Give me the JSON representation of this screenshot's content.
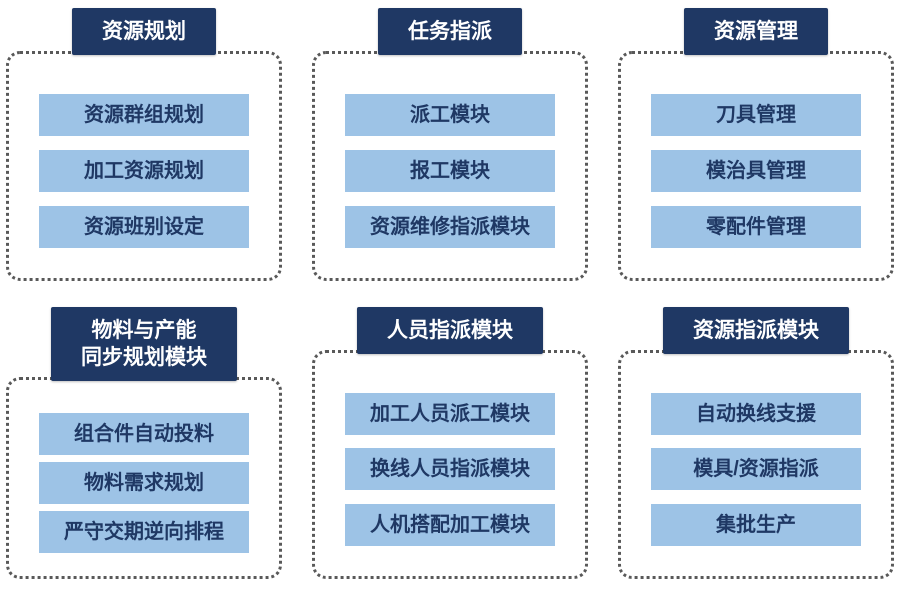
{
  "colors": {
    "header_bg": "#1f3864",
    "header_text": "#ffffff",
    "item_bg": "#9dc3e6",
    "item_text": "#1f3864",
    "dotted_border": "#595959",
    "page_bg": "#ffffff"
  },
  "groups": [
    {
      "title": "资源规划",
      "items": [
        "资源群组规划",
        "加工资源规划",
        "资源班别设定"
      ]
    },
    {
      "title": "任务指派",
      "items": [
        "派工模块",
        "报工模块",
        "资源维修指派模块"
      ]
    },
    {
      "title": "资源管理",
      "items": [
        "刀具管理",
        "模治具管理",
        "零配件管理"
      ]
    },
    {
      "title": "物料与产能\n同步规划模块",
      "items": [
        "组合件自动投料",
        "物料需求规划",
        "严守交期逆向排程"
      ]
    },
    {
      "title": "人员指派模块",
      "items": [
        "加工人员派工模块",
        "换线人员指派模块",
        "人机搭配加工模块"
      ]
    },
    {
      "title": "资源指派模块",
      "items": [
        "自动换线支援",
        "模具/资源指派",
        "集批生产"
      ]
    }
  ]
}
